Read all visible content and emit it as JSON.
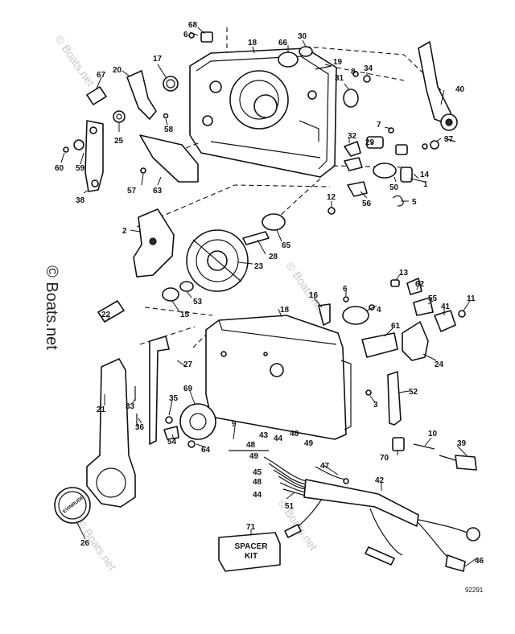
{
  "watermark": {
    "text": "© Boats.net"
  },
  "diagram_code": "92291",
  "spacer_kit": {
    "line1": "SPACER",
    "line2": "KIT"
  },
  "emblem_text": "EVINRUDE",
  "callouts": {
    "c1": "1",
    "c2": "2",
    "c3": "3",
    "c4": "4",
    "c5": "5",
    "c6": "6",
    "c6b": "6",
    "c7": "7",
    "c8": "8",
    "c9": "9",
    "c10": "10",
    "c11": "11",
    "c12": "12",
    "c13": "13",
    "c14": "14",
    "c15": "15",
    "c16": "16",
    "c17": "17",
    "c18": "18",
    "c18b": "18",
    "c19": "19",
    "c20": "20",
    "c21": "21",
    "c22": "22",
    "c23": "23",
    "c24": "24",
    "c25": "25",
    "c26": "26",
    "c27": "27",
    "c28": "28",
    "c29": "29",
    "c30": "30",
    "c31": "31",
    "c32": "32",
    "c33": "33",
    "c34": "34",
    "c35": "35",
    "c36": "36",
    "c37": "37",
    "c38": "38",
    "c39": "39",
    "c40": "40",
    "c41": "41",
    "c42": "42",
    "c43": "43",
    "c44": "44",
    "c44b": "44",
    "c45": "45",
    "c46": "46",
    "c47": "47",
    "c48": "48",
    "c48b": "48",
    "c48c": "48",
    "c49": "49",
    "c49b": "49",
    "c50": "50",
    "c51": "51",
    "c52": "52",
    "c53": "53",
    "c54": "54",
    "c55": "55",
    "c56": "56",
    "c57": "57",
    "c58": "58",
    "c59": "59",
    "c60": "60",
    "c61": "61",
    "c62": "62",
    "c63": "63",
    "c64": "64",
    "c65": "65",
    "c66": "66",
    "c67": "67",
    "c68": "68",
    "c69": "69",
    "c70": "70",
    "c71": "71"
  }
}
